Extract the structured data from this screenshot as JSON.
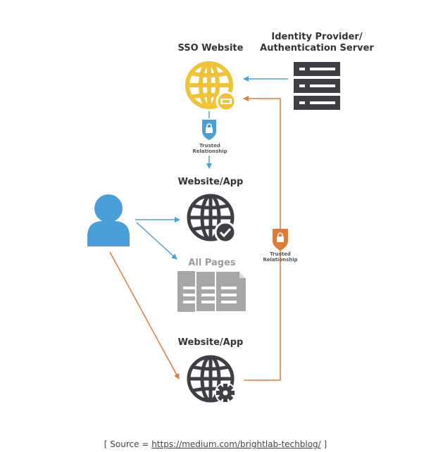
{
  "labels": {
    "sso_website": "SSO Website",
    "idp_line1": "Identity Provider/",
    "idp_line2": "Authentication Server",
    "website_app_top": "Website/App",
    "all_pages": "All Pages",
    "website_app_bottom": "Website/App",
    "trusted_1": "Trusted",
    "relationship_1": "Relationship",
    "trusted_2": "Trusted",
    "relationship_2": "Relationship"
  },
  "caption": {
    "prefix": "[ Source = ",
    "link": "https://medium.com/brightlab-techblog/",
    "suffix": " ]"
  },
  "colors": {
    "sso_yellow": "#f0c23a",
    "dark_icon": "#3d3f44",
    "blue_user": "#4a9fd8",
    "blue_arrow": "#4aa0d0",
    "orange_arrow": "#e07a35",
    "grey_pages": "#a7a7a7"
  },
  "icons": [
    "globe-icon",
    "server-icon",
    "lock-shield-icon",
    "user-icon",
    "checkmark-icon",
    "document-icon",
    "gear-icon"
  ]
}
